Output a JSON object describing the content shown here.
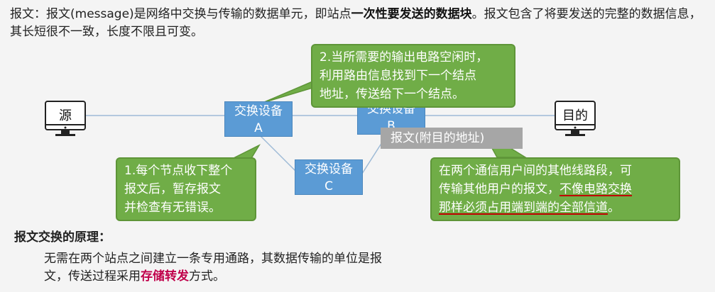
{
  "intro": {
    "part1": "报文：报文(message)是网络中交换与传输的数据单元，即站点",
    "bold": "一次性要发送的数据块",
    "part2": "。报文包含了将要发送的完整的数据信息，其长短很不一致，长度不限且可变。"
  },
  "hosts": {
    "source": "源",
    "dest": "目的"
  },
  "switches": {
    "a_line1": "交换设备",
    "a_line2": "A",
    "b_line1": "交换设备",
    "b_line2": "B",
    "c_line1": "交换设备",
    "c_line2": "C"
  },
  "message_label": "报文(附目的地址)",
  "callout1": {
    "t1": "1.每个节点收下整个",
    "t2a": "报文后，",
    "t2u": "暂存",
    "t2b": "报文",
    "t3a": "并",
    "t3u": "检查有无错误",
    "t3b": "。"
  },
  "callout2": {
    "t1": "2.当所需要的输出电路空闲时，",
    "t2a": "利用",
    "t2u": "路由信息",
    "t2b": "找到下一个结点",
    "t3": "地址，传送给下一个结点。"
  },
  "callout3": {
    "t1": "在两个通信用户间的其他线路段，可",
    "t2a": "传输其他用户的报文，",
    "t2u": "不像电路交换",
    "t3u": "那样必须占用端到端的全部信道",
    "t3b": "。"
  },
  "principle": {
    "title": "报文交换的原理：",
    "body_a": "无需在两个站点之间建立一条专用通路，其数据传输的单位是报文，传送过程采用",
    "body_em": "存储转发",
    "body_b": "方式。"
  },
  "colors": {
    "switch_box": "#5b9bd5",
    "callout": "#70ad47",
    "message_box": "#a6a6a6",
    "underline": "#c00000",
    "emphasis": "#c0004a"
  }
}
